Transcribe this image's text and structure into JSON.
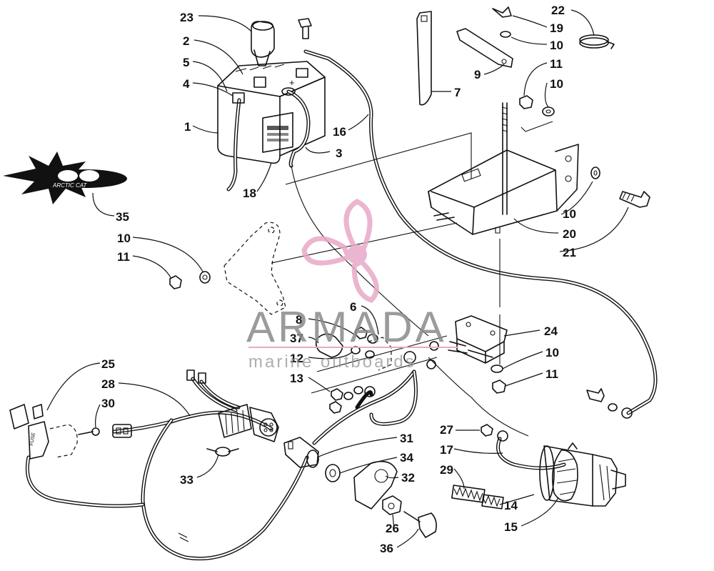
{
  "diagram": {
    "callouts": [
      {
        "id": "23",
        "text": "23"
      },
      {
        "id": "2",
        "text": "2"
      },
      {
        "id": "5",
        "text": "5"
      },
      {
        "id": "4",
        "text": "4"
      },
      {
        "id": "1",
        "text": "1"
      },
      {
        "id": "16",
        "text": "16"
      },
      {
        "id": "3",
        "text": "3"
      },
      {
        "id": "18",
        "text": "18"
      },
      {
        "id": "35",
        "text": "35"
      },
      {
        "id": "22",
        "text": "22"
      },
      {
        "id": "19",
        "text": "19"
      },
      {
        "id": "10a",
        "text": "10"
      },
      {
        "id": "9",
        "text": "9"
      },
      {
        "id": "7",
        "text": "7"
      },
      {
        "id": "11a",
        "text": "11"
      },
      {
        "id": "10b",
        "text": "10"
      },
      {
        "id": "10c",
        "text": "10"
      },
      {
        "id": "20",
        "text": "20"
      },
      {
        "id": "21",
        "text": "21"
      },
      {
        "id": "10d",
        "text": "10"
      },
      {
        "id": "11b",
        "text": "11"
      },
      {
        "id": "8",
        "text": "8"
      },
      {
        "id": "6",
        "text": "6"
      },
      {
        "id": "37",
        "text": "37"
      },
      {
        "id": "12",
        "text": "12"
      },
      {
        "id": "13",
        "text": "13"
      },
      {
        "id": "24",
        "text": "24"
      },
      {
        "id": "10e",
        "text": "10"
      },
      {
        "id": "11c",
        "text": "11"
      },
      {
        "id": "25",
        "text": "25"
      },
      {
        "id": "28",
        "text": "28"
      },
      {
        "id": "30",
        "text": "30"
      },
      {
        "id": "33",
        "text": "33"
      },
      {
        "id": "31",
        "text": "31"
      },
      {
        "id": "34",
        "text": "34"
      },
      {
        "id": "32",
        "text": "32"
      },
      {
        "id": "26",
        "text": "26"
      },
      {
        "id": "36",
        "text": "36"
      },
      {
        "id": "27",
        "text": "27"
      },
      {
        "id": "17",
        "text": "17"
      },
      {
        "id": "29",
        "text": "29"
      },
      {
        "id": "14",
        "text": "14"
      },
      {
        "id": "15",
        "text": "15"
      }
    ]
  },
  "watermark": {
    "brand": "ARMADA",
    "tagline": "marine outboards",
    "accent_color": "#e8a9c8"
  },
  "logo": {
    "icon": "ac-logo-icon",
    "text": "ARCTIC CAT"
  },
  "parts": {
    "fuse_label": "FUSE",
    "battery_terminal_symbol": "+"
  }
}
